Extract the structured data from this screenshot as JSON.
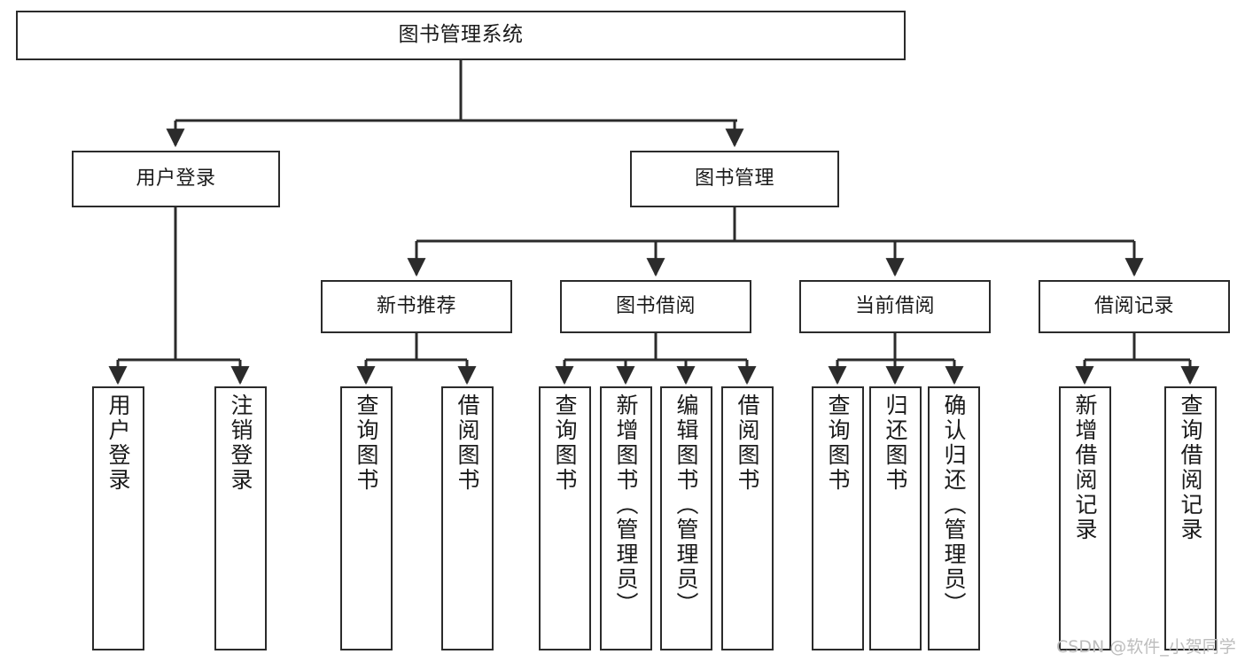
{
  "diagram": {
    "title": "图书管理系统",
    "type": "hierarchy-tree",
    "background_color": "#ffffff",
    "box_border_color": "#2b2b2b",
    "connector_color": "#2b2b2b",
    "levels": {
      "root": {
        "label": "图书管理系统"
      },
      "level2": [
        {
          "label": "用户登录"
        },
        {
          "label": "图书管理"
        }
      ],
      "level3": [
        {
          "label": "新书推荐"
        },
        {
          "label": "图书借阅"
        },
        {
          "label": "当前借阅"
        },
        {
          "label": "借阅记录"
        }
      ],
      "leaves": {
        "user_login": [
          {
            "label": "用户登录"
          },
          {
            "label": "注销登录"
          }
        ],
        "new_book_recommend": [
          {
            "label": "查询图书"
          },
          {
            "label": "借阅图书"
          }
        ],
        "book_borrow": [
          {
            "label": "查询图书"
          },
          {
            "label": "新增图书（管理员）"
          },
          {
            "label": "编辑图书（管理员）"
          },
          {
            "label": "借阅图书"
          }
        ],
        "current_borrow": [
          {
            "label": "查询图书"
          },
          {
            "label": "归还图书"
          },
          {
            "label": "确认归还（管理员）"
          }
        ],
        "borrow_record": [
          {
            "label": "新增借阅记录"
          },
          {
            "label": "查询借阅记录"
          }
        ]
      }
    }
  },
  "watermark": {
    "text": "CSDN @软件_小贺同学"
  }
}
